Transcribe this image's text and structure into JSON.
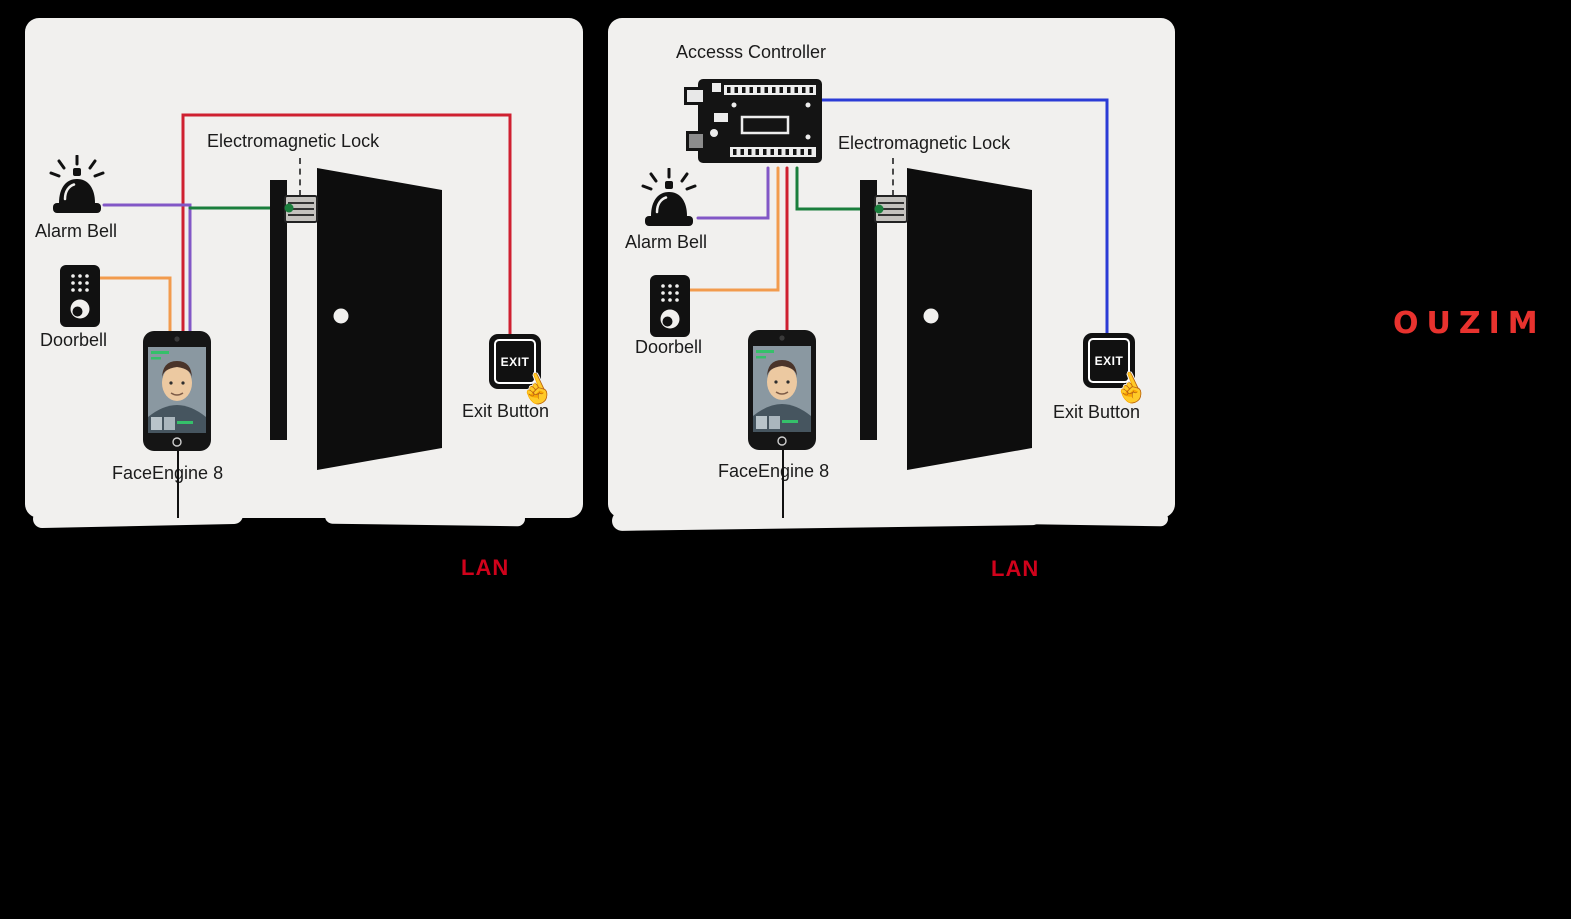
{
  "page": {
    "background": "#000000",
    "panel_background": "#f1f0ee"
  },
  "brand": {
    "logo_text": "OUZIM",
    "logo_color": "#e8322e",
    "lan_color": "#d0021b"
  },
  "wire_colors": {
    "red": "#cf2030",
    "purple": "#8257c6",
    "orange": "#f29b4d",
    "green": "#1a7e3c",
    "blue": "#2b3bd6",
    "black": "#111111"
  },
  "icons": [
    "alarm-bell-icon",
    "doorbell-icon",
    "face-terminal-device",
    "door-with-frame",
    "electromagnetic-lock-icon",
    "exit-button-device",
    "hand-press-icon",
    "access-controller-board"
  ],
  "panels": [
    {
      "name": "direct-wiring",
      "labels": {
        "electromagnetic_lock": "Electromagnetic Lock",
        "alarm_bell": "Alarm Bell",
        "doorbell": "Doorbell",
        "face_terminal": "FaceEngine 8",
        "exit_button": "Exit Button",
        "exit_button_text": "EXIT",
        "lan": "LAN"
      }
    },
    {
      "name": "with-access-controller",
      "labels": {
        "access_controller": "Accesss Controller",
        "electromagnetic_lock": "Electromagnetic Lock",
        "alarm_bell": "Alarm Bell",
        "doorbell": "Doorbell",
        "face_terminal": "FaceEngine 8",
        "exit_button": "Exit Button",
        "exit_button_text": "EXIT",
        "lan": "LAN"
      }
    }
  ]
}
